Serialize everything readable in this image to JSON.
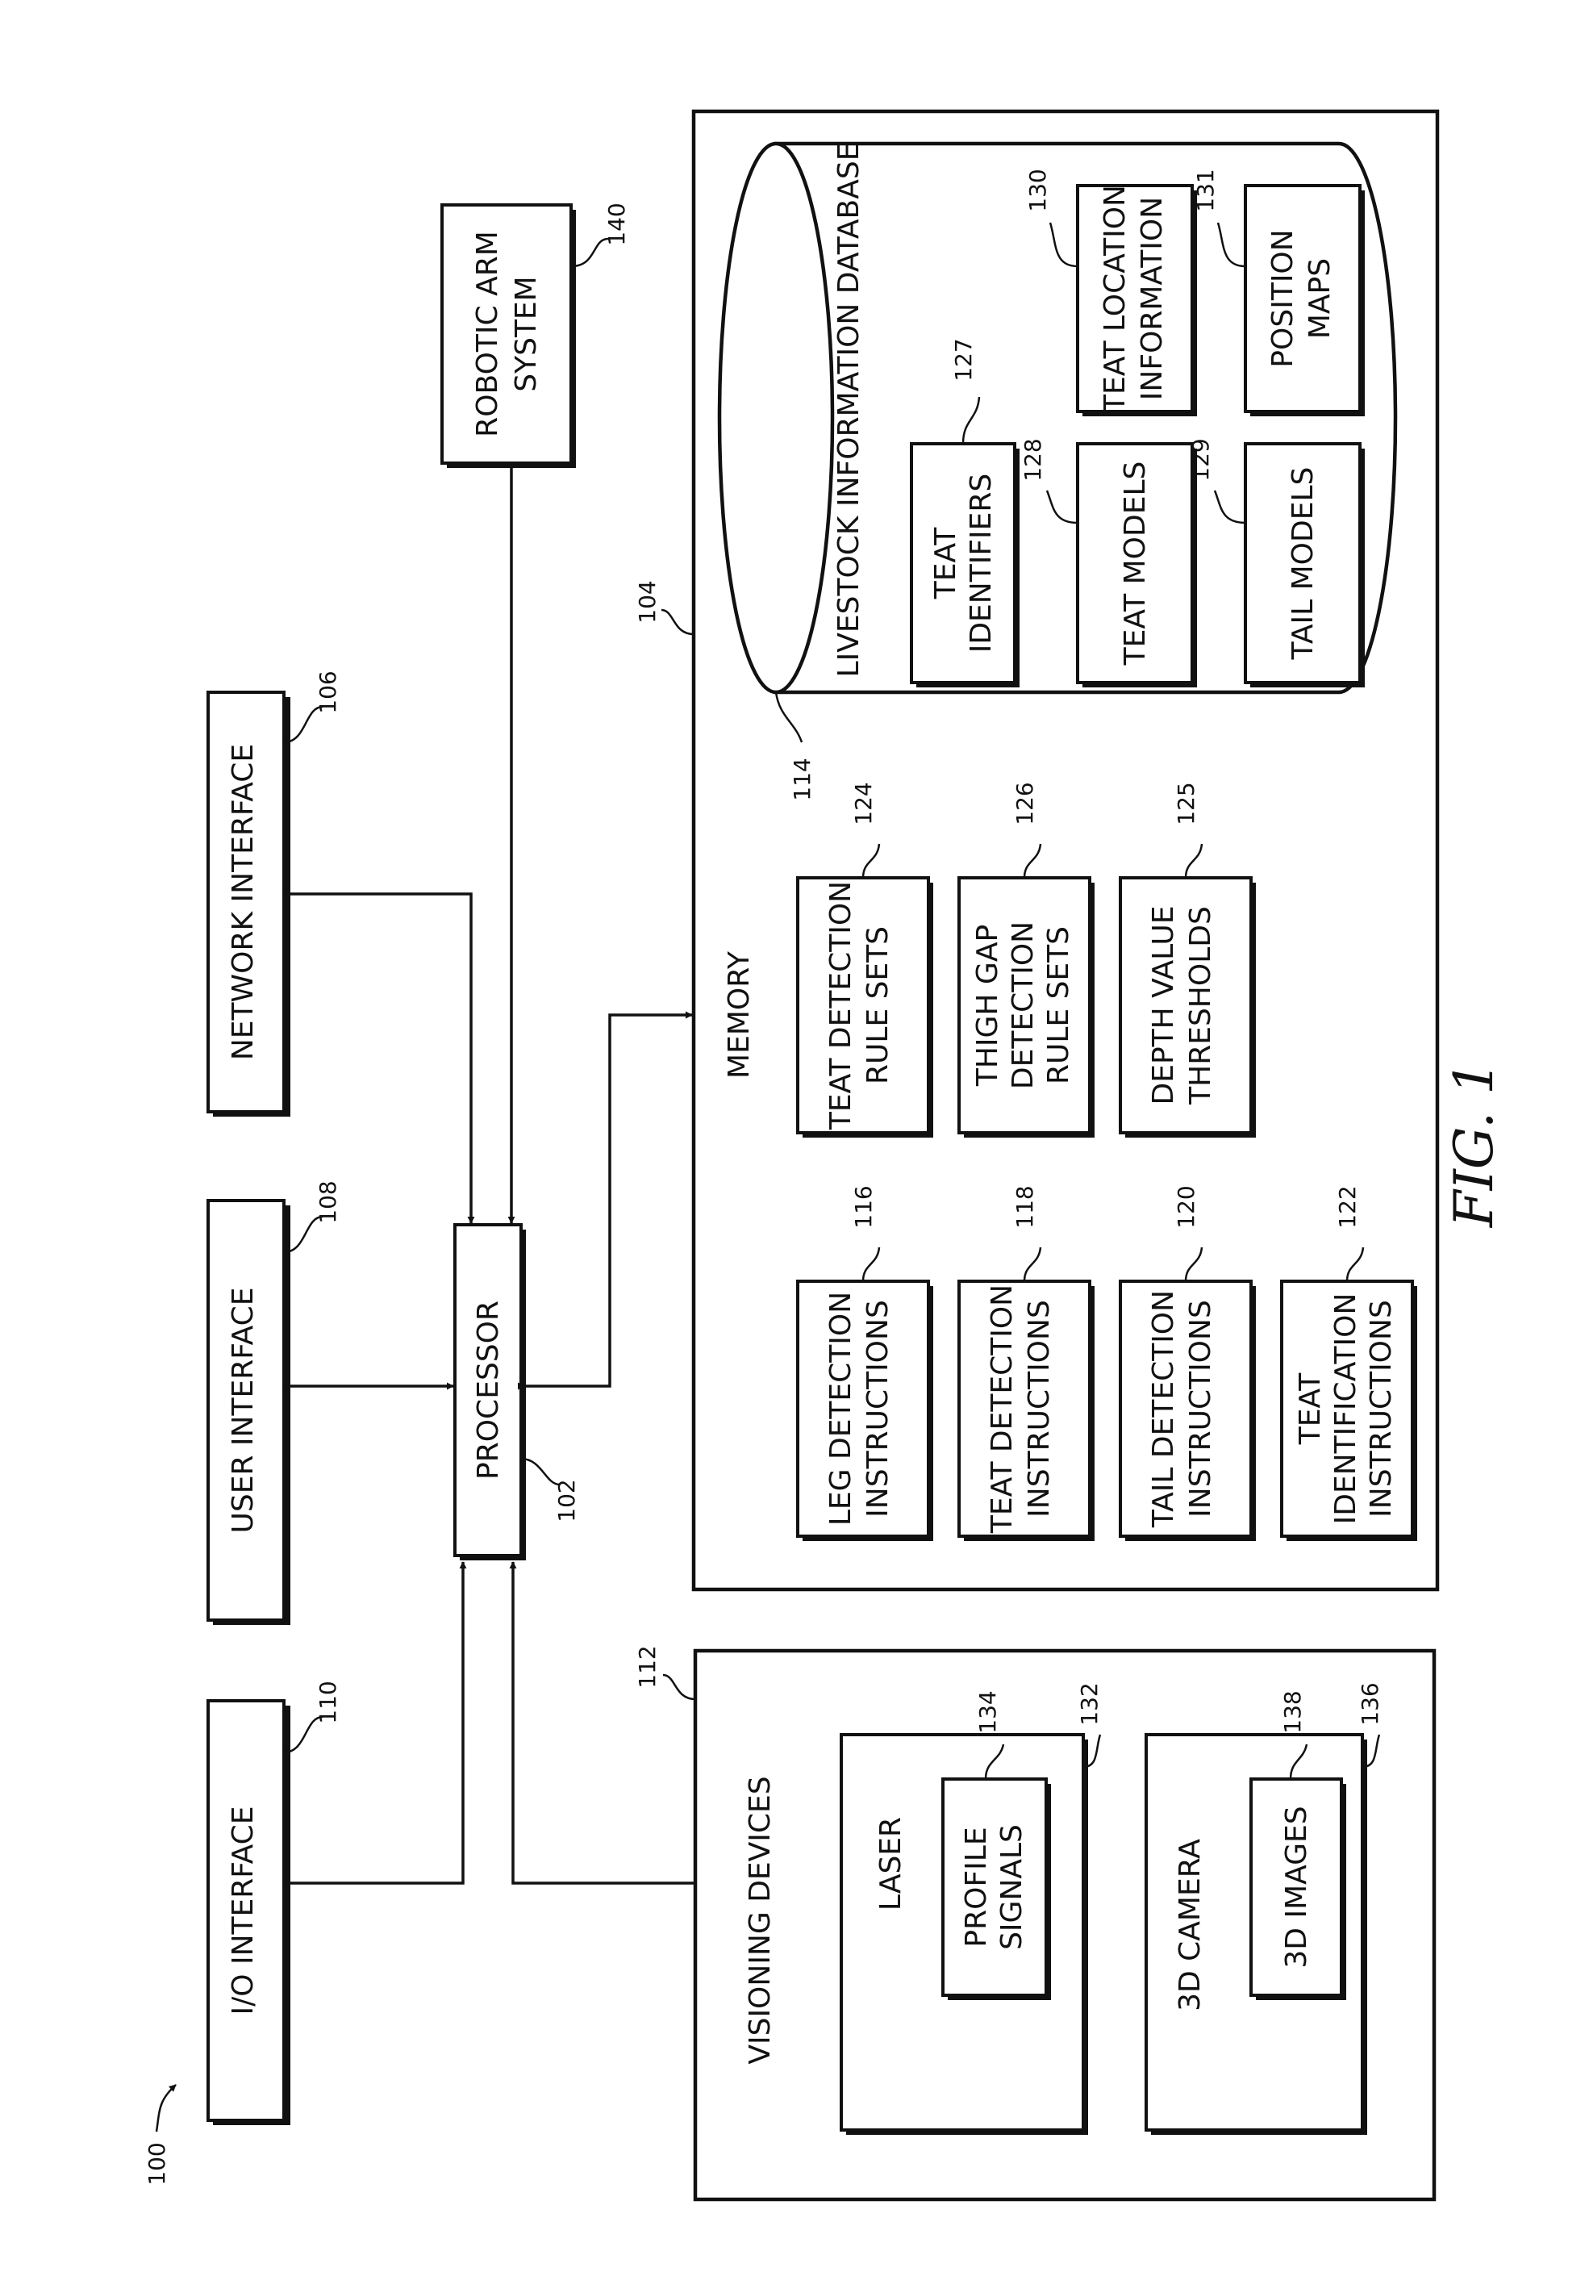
{
  "figure_label": "FIG. 1",
  "system_ref": "100",
  "blocks": {
    "io_interface": {
      "label": "I/O INTERFACE",
      "ref": "110"
    },
    "user_interface": {
      "label": "USER INTERFACE",
      "ref": "108"
    },
    "network_interface": {
      "label": "NETWORK INTERFACE",
      "ref": "106"
    },
    "robotic_arm": {
      "line1": "ROBOTIC ARM",
      "line2": "SYSTEM",
      "ref": "140"
    },
    "processor": {
      "label": "PROCESSOR",
      "ref": "102"
    }
  },
  "visioning": {
    "title": "VISIONING DEVICES",
    "ref": "112",
    "laser": {
      "label": "LASER",
      "ref": "132",
      "child": {
        "line1": "PROFILE",
        "line2": "SIGNALS",
        "ref": "134"
      }
    },
    "camera": {
      "label": "3D CAMERA",
      "ref": "136",
      "child": {
        "label": "3D IMAGES",
        "ref": "138"
      }
    }
  },
  "memory": {
    "title": "MEMORY",
    "ref": "104",
    "instructions": [
      {
        "line1": "LEG DETECTION",
        "line2": "INSTRUCTIONS",
        "ref": "116"
      },
      {
        "line1": "TEAT DETECTION",
        "line2": "INSTRUCTIONS",
        "ref": "118"
      },
      {
        "line1": "TAIL DETECTION",
        "line2": "INSTRUCTIONS",
        "ref": "120"
      },
      {
        "line1": "TEAT",
        "line2": "IDENTIFICATION",
        "line3": "INSTRUCTIONS",
        "ref": "122"
      }
    ],
    "rule_sets": [
      {
        "line1": "TEAT DETECTION",
        "line2": "RULE SETS",
        "ref": "124"
      },
      {
        "line1": "THIGH GAP",
        "line2": "DETECTION",
        "line3": "RULE SETS",
        "ref": "126"
      },
      {
        "line1": "DEPTH VALUE",
        "line2": "THRESHOLDS",
        "ref": "125"
      }
    ],
    "database": {
      "title": "LIVESTOCK INFORMATION DATABASE",
      "ref": "114",
      "items": [
        {
          "line1": "TEAT",
          "line2": "IDENTIFIERS",
          "ref": "127"
        },
        {
          "label": "TEAT MODELS",
          "ref": "128"
        },
        {
          "label": "TAIL MODELS",
          "ref": "129"
        },
        {
          "line1": "TEAT LOCATION",
          "line2": "INFORMATION",
          "ref": "130"
        },
        {
          "line1": "POSITION",
          "line2": "MAPS",
          "ref": "131"
        }
      ]
    }
  }
}
